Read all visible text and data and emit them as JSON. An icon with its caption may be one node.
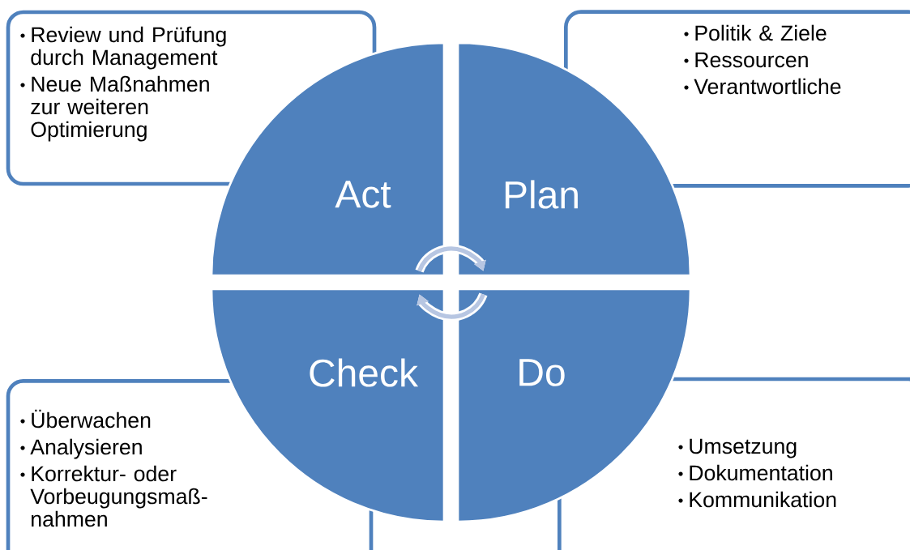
{
  "diagram": {
    "nodes": [
      {
        "text": [
          "Review und Prüfung durch Management",
          "Neue Maßnahmen zur weiteren Optimierung"
        ]
      },
      {
        "text": [
          "Politik & Ziele",
          "Ressourcen",
          "Verantwortliche"
        ]
      },
      {
        "text": [
          "Act"
        ]
      },
      {
        "text": [
          "Plan"
        ]
      },
      {
        "text": [
          "Check"
        ]
      },
      {
        "text": [
          "Do"
        ]
      },
      {
        "text": [
          "Überwachen",
          "Analysieren",
          "Korrektur- oder Vorbeugungsmaß- nahmen"
        ]
      },
      {
        "text": [
          "Umsetzung",
          "Dokumentation",
          "Kommunikation"
        ]
      }
    ],
    "edges": [
      {
        "from": 2,
        "to": 3,
        "arrow": "to"
      },
      {
        "from": 5,
        "to": 4,
        "arrow": "to"
      }
    ]
  }
}
